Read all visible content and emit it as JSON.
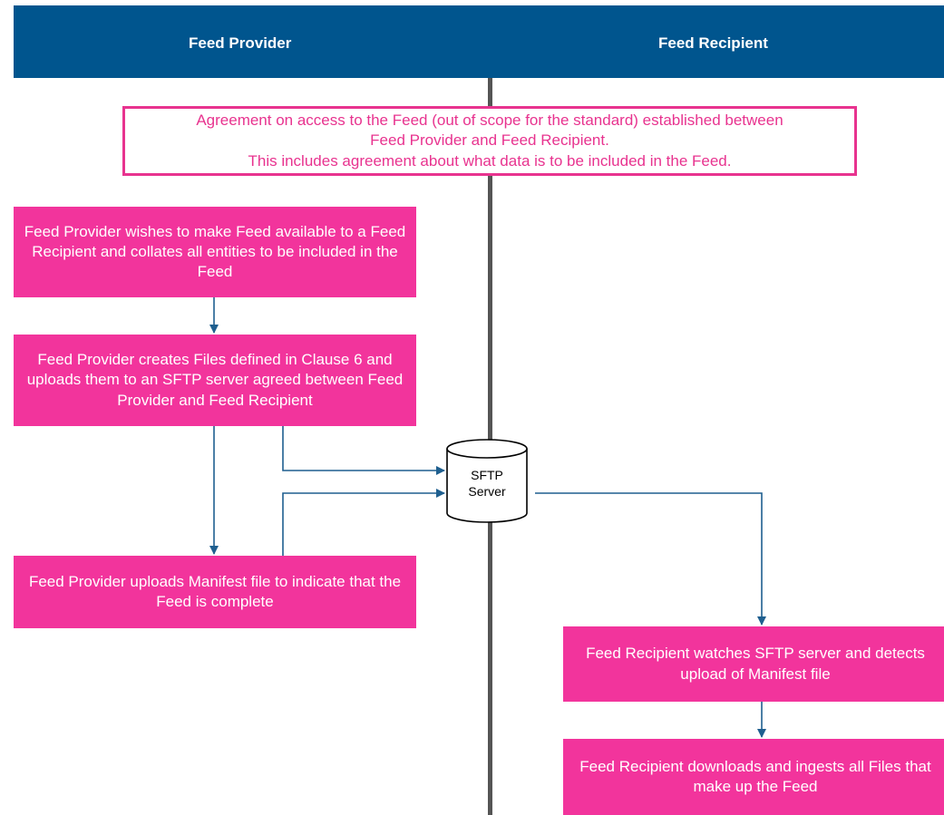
{
  "lanes": {
    "left": "Feed Provider",
    "right": "Feed Recipient"
  },
  "agreement": {
    "line1": "Agreement on access to the Feed (out of scope for the standard) established between",
    "line2": "Feed Provider and Feed Recipient.",
    "line3": "This includes agreement about what data is to be included in the Feed."
  },
  "steps": {
    "collate": "Feed Provider wishes to make Feed available to a Feed Recipient and collates all entities  to be included in the Feed",
    "create_files": "Feed Provider creates Files defined in Clause 6 and uploads them to an SFTP server agreed between Feed Provider and Feed Recipient",
    "upload_manifest": "Feed Provider uploads Manifest file to indicate that the Feed is complete",
    "watch": "Feed Recipient watches SFTP server and detects upload of Manifest file",
    "download": "Feed Recipient downloads and ingests all Files that make up the Feed"
  },
  "server": {
    "line1": "SFTP",
    "line2": "Server"
  },
  "colors": {
    "header": "#00558e",
    "box": "#f2349c",
    "agreement_border": "#e8338f",
    "arrow": "#1f5f8f"
  }
}
